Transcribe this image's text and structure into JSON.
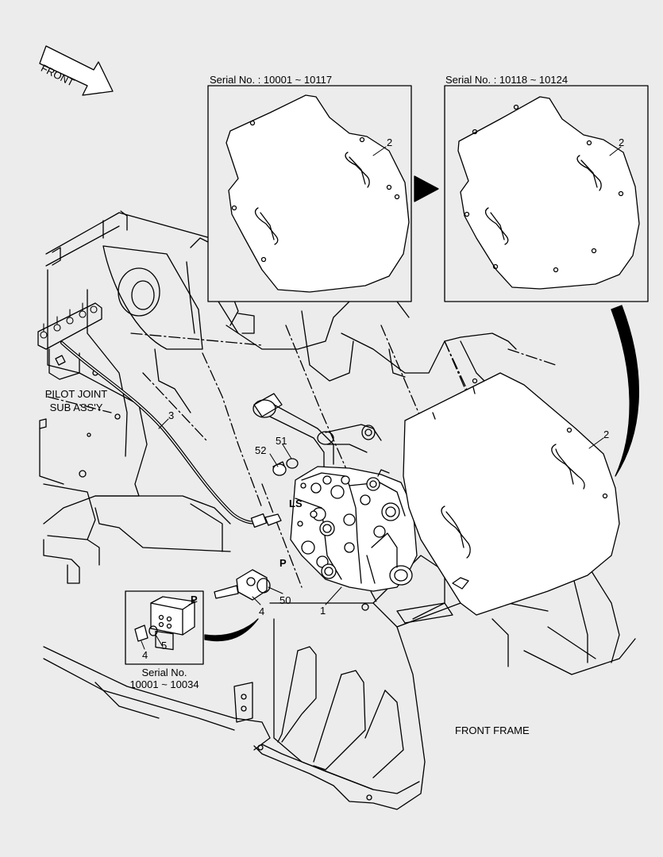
{
  "front_arrow_label": "FRONT",
  "insets": [
    {
      "serial": "Serial No. : 10001 ~ 10117",
      "callout": "2"
    },
    {
      "serial": "Serial No. : 10118 ~ 10124",
      "callout": "2"
    }
  ],
  "small_inset": {
    "port_label": "P",
    "callouts": [
      "5",
      "4"
    ],
    "serial_line1": "Serial No.",
    "serial_line2": "10001 ~ 10034"
  },
  "labels": {
    "pilot_joint_line1": "PILOT JOINT",
    "pilot_joint_line2": "SUB ASS'Y",
    "front_frame": "FRONT FRAME",
    "port_ls": "LS",
    "port_p": "P"
  },
  "callouts": {
    "valve": "1",
    "plate": "2",
    "hose": "3",
    "flange": "4",
    "oring_p": "50",
    "oring_plug": "51",
    "plug": "52"
  }
}
